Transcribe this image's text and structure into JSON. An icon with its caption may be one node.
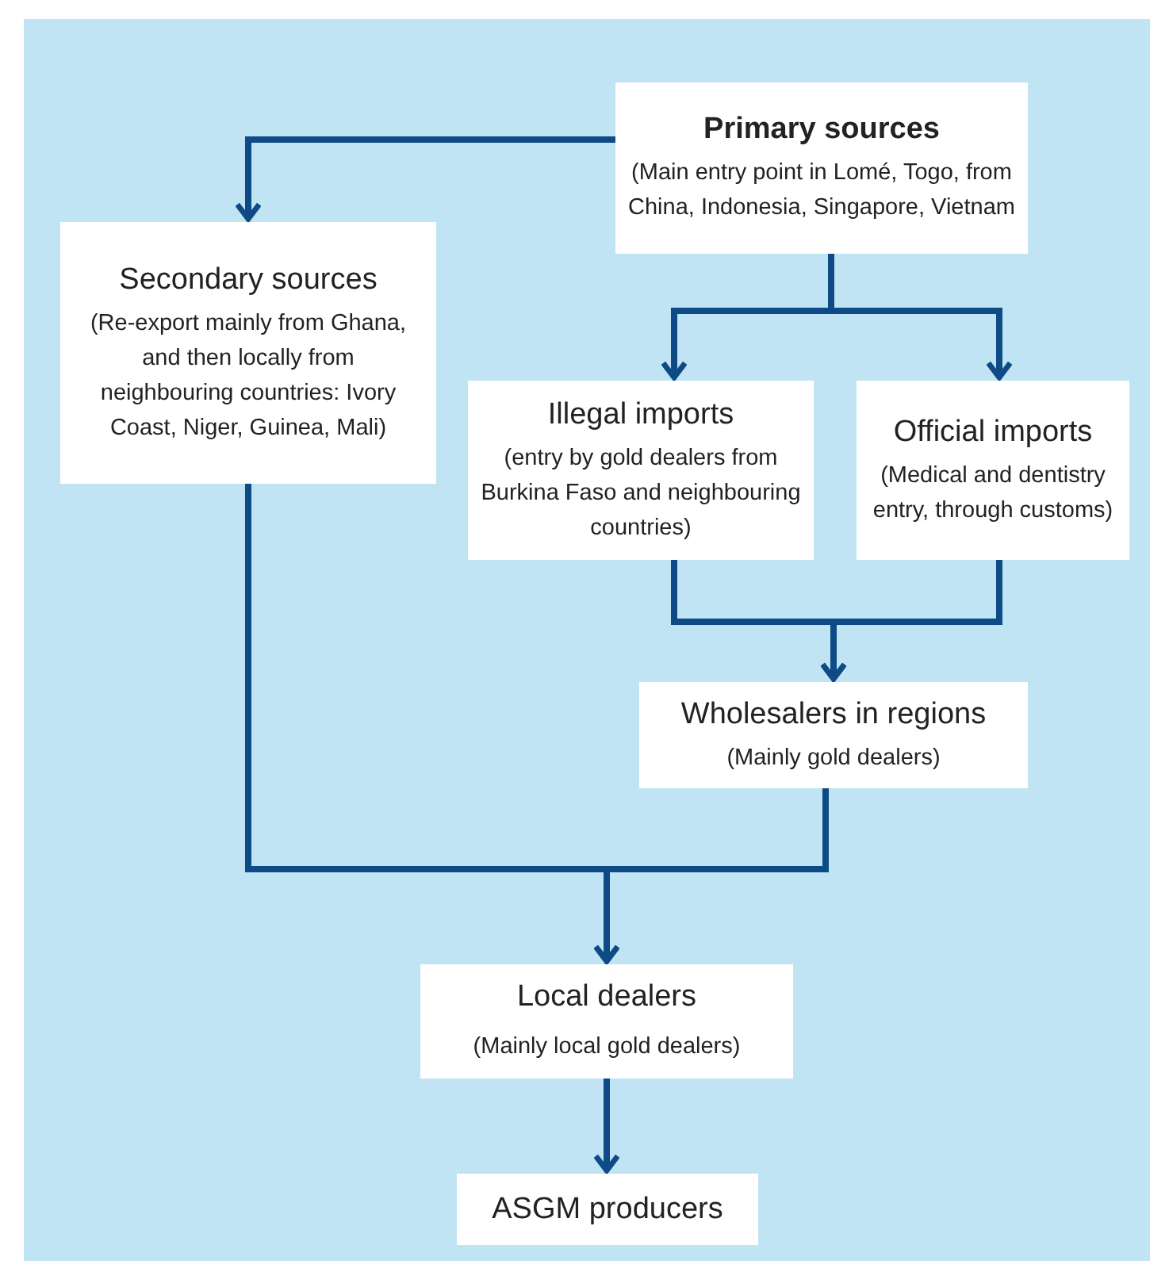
{
  "diagram": {
    "nodes": [
      {
        "text": [
          "Primary sources",
          "(Main entry point in Lomé, Togo, from China, Indonesia, Singapore, Vietnam"
        ]
      },
      {
        "text": [
          "Secondary sources",
          "(Re-export mainly from Ghana, and then locally from neighbouring countries: Ivory Coast, Niger, Guinea, Mali)"
        ]
      },
      {
        "text": [
          "Illegal imports",
          "(entry by gold dealers from Burkina Faso and neighbouring countries)"
        ]
      },
      {
        "text": [
          "Official imports",
          "(Medical and dentistry entry, through customs)"
        ]
      },
      {
        "text": [
          "Wholesalers in regions",
          "(Mainly gold dealers)"
        ]
      },
      {
        "text": [
          "Local dealers",
          "(Mainly local gold dealers)"
        ]
      },
      {
        "text": [
          "ASGM producers"
        ]
      }
    ],
    "edges": [
      {
        "from": 0,
        "to": 1,
        "arrow": "to"
      },
      {
        "from": 0,
        "to": 2,
        "arrow": "to"
      },
      {
        "from": 0,
        "to": 3,
        "arrow": "to"
      },
      {
        "from": 2,
        "to": 4,
        "arrow": "to"
      },
      {
        "from": 3,
        "to": 4,
        "arrow": "to"
      },
      {
        "from": 1,
        "to": 5,
        "arrow": "to"
      },
      {
        "from": 4,
        "to": 5,
        "arrow": "to"
      },
      {
        "from": 5,
        "to": 6,
        "arrow": "to"
      }
    ]
  }
}
